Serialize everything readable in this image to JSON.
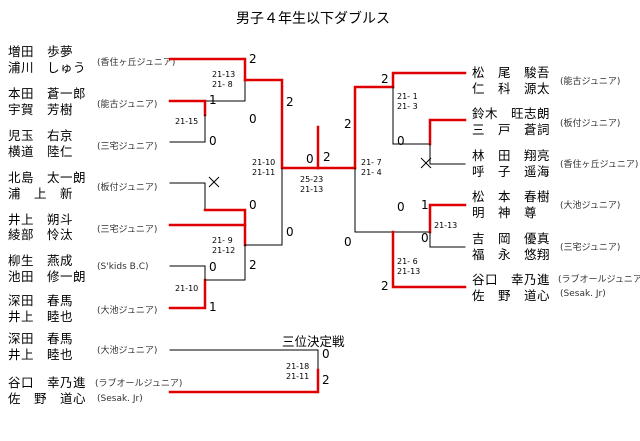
{
  "title": "男子４年生以下ダブルス",
  "third_place_title": "三位決定戦",
  "colors": {
    "winner_line": "#e00000",
    "loser_line": "#000000"
  },
  "left_pairs": [
    {
      "p1": "増田　歩夢",
      "p2": "浦川　しゅう",
      "club": "(香住ヶ丘ジュニア)"
    },
    {
      "p1": "本田　蒼一郎",
      "p2": "宇賀　芳樹",
      "club": "(能古ジュニア)"
    },
    {
      "p1": "児玉　右京",
      "p2": "横道　陸仁",
      "club": "(三宅ジュニア)"
    },
    {
      "p1": "北島　太一朗",
      "p2": "浦　上　新",
      "club": "(板付ジュニア)"
    },
    {
      "p1": "井上　朔斗",
      "p2": "綾部　怜汰",
      "club": "(三宅ジュニア)"
    },
    {
      "p1": "柳生　燕成",
      "p2": "池田　修一朗",
      "club": "(S'kids B.C)"
    },
    {
      "p1": "深田　春馬",
      "p2": "井上　睦也",
      "club": "(大池ジュニア)"
    }
  ],
  "right_pairs": [
    {
      "p1": "松　尾　駿吾",
      "p2": "仁　科　源太",
      "club": "(能古ジュニア)"
    },
    {
      "p1": "鈴木　旺志朗",
      "p2": "三　戸　蒼詞",
      "club": "(板付ジュニア)"
    },
    {
      "p1": "林　田　翔亮",
      "p2": "呼　子　遥海",
      "club": "(香住ヶ丘ジュニア)"
    },
    {
      "p1": "松　本　春樹",
      "p2": "明　神　尊",
      "club": "(大池ジュニア)"
    },
    {
      "p1": "吉　岡　優真",
      "p2": "福　永　悠翔",
      "club": "(三宅ジュニア)"
    },
    {
      "p1": "谷口　幸乃進",
      "p2": "佐　野　道心",
      "club": "(ラブオールジュニア)",
      "club2": "(Sesak. Jr)"
    }
  ],
  "third_pairs": [
    {
      "p1": "深田　春馬",
      "p2": "井上　睦也",
      "club": "(大池ジュニア)"
    },
    {
      "p1": "谷口　幸乃進",
      "p2": "佐　野　道心",
      "club": "(ラブオールジュニア)",
      "club2": "(Sesak. Jr)"
    }
  ],
  "match_scores": {
    "L_r1_a": [
      "21-13",
      "21- 8"
    ],
    "L_r1_b": [
      "21-15"
    ],
    "L_r1_c": [
      "21- 9",
      "21-12"
    ],
    "L_r1_d": [
      "21-10"
    ],
    "L_semi": [
      "21-10",
      "21-11"
    ],
    "final": [
      "25-23",
      "21-13"
    ],
    "R_semi": [
      "21- 7",
      "21- 4"
    ],
    "R_r1_a": [
      "21- 1",
      "21- 3"
    ],
    "R_r1_b": [
      "21-13"
    ],
    "R_r1_c": [
      "21- 6",
      "21-13"
    ],
    "third": [
      "21-18",
      "21-11"
    ]
  },
  "results": {
    "L_a1": "2",
    "L_a2": "0",
    "L_b1": "1",
    "L_b2": "0",
    "L_c1": "0",
    "L_c2": "2",
    "L_d1": "0",
    "L_d2": "1",
    "L_s1": "2",
    "L_s2": "0",
    "F_left": "0",
    "F_right": "2",
    "R_s1": "2",
    "R_s2": "0",
    "R_a1": "2",
    "R_a2": "0",
    "R_b1": "1",
    "R_b2": "0",
    "R_c1": "0",
    "R_c2": "2",
    "T_1": "0",
    "T_2": "2"
  },
  "walkover_mark": "×"
}
